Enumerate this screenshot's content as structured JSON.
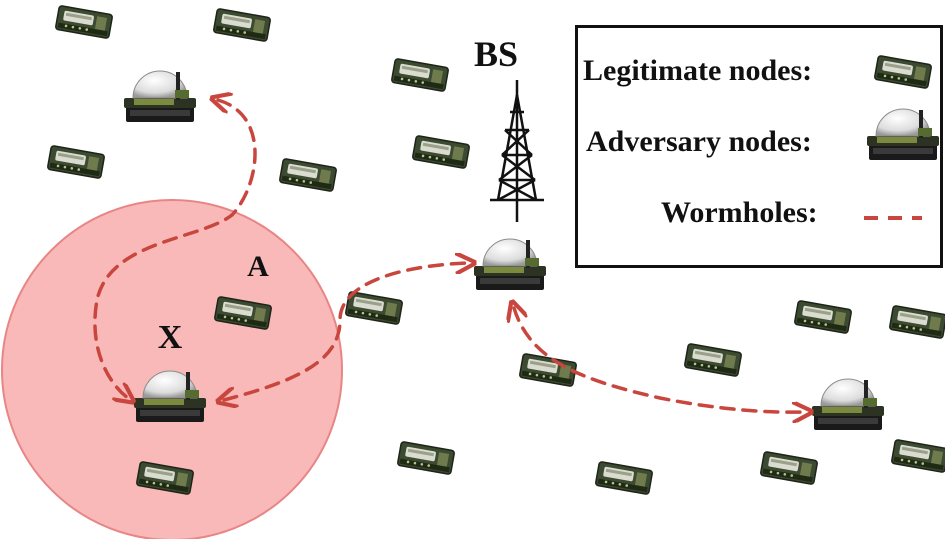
{
  "diagram": {
    "base_station_label": "BS",
    "node_x_label": "X",
    "node_a_label": "A"
  },
  "legend": {
    "legitimate_label": "Legitimate nodes:",
    "adversary_label": "Adversary nodes:",
    "wormholes_label": "Wormholes:"
  },
  "colors": {
    "circle_fill": "#f9b9b9",
    "circle_edge": "#e88585",
    "wormhole": "#c9463e",
    "tower": "#111111"
  },
  "icons": {
    "legitimate_node": "sensor-board-icon",
    "adversary_node": "robot-dome-icon",
    "base_station": "radio-tower-icon"
  }
}
